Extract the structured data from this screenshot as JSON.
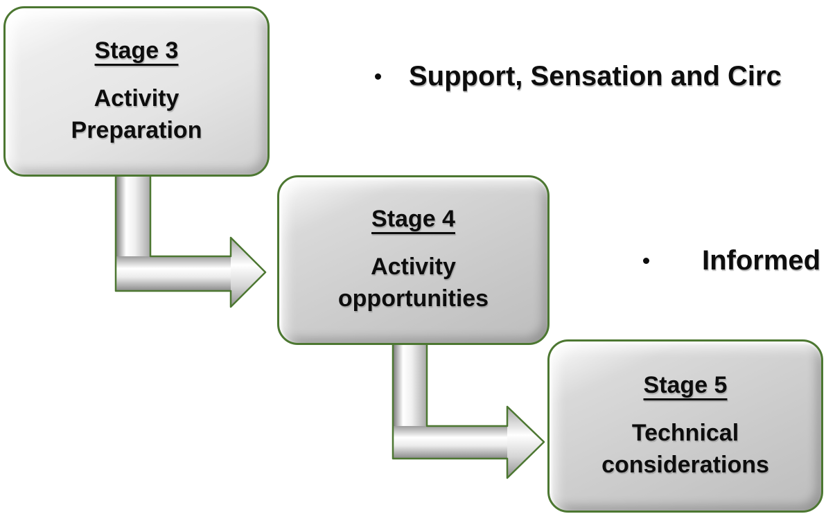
{
  "diagram": {
    "stages": [
      {
        "title": "Stage 3",
        "lines": [
          "Activity",
          "Preparation"
        ]
      },
      {
        "title": "Stage 4",
        "lines": [
          "Activity",
          "opportunities"
        ]
      },
      {
        "title": "Stage 5",
        "lines": [
          "Technical",
          "considerations"
        ]
      }
    ],
    "bullets": [
      {
        "text": "Support, Sensation and Circ"
      },
      {
        "text": "Informed"
      }
    ],
    "colors": {
      "background": "#ffffff",
      "box_border_green": "#4c7731",
      "box_fill_light": "#e6e6e6",
      "box_fill_dark": "#c9c9c9",
      "arrow_gray": "#c6c6c6",
      "text": "#0d0d0d"
    }
  }
}
